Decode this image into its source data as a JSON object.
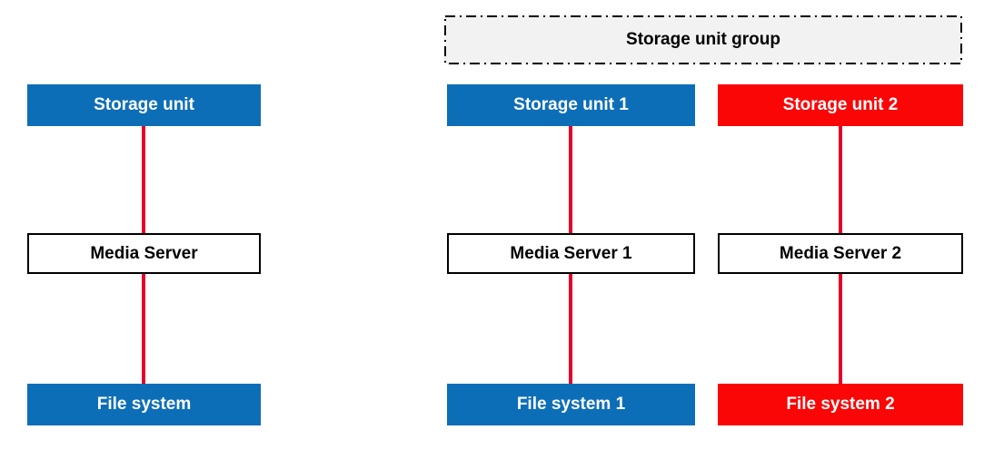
{
  "colors": {
    "node_blue": "#0d6eb8",
    "node_red": "#fa0606",
    "connector_red": "#e4002b",
    "group_fill": "#f2f2f2",
    "outline_black": "#000000"
  },
  "left_diagram": {
    "storage_unit": "Storage unit",
    "media_server": "Media Server",
    "file_system": "File system"
  },
  "right_diagram": {
    "group_label": "Storage unit group",
    "columns": [
      {
        "storage_unit": "Storage unit 1",
        "media_server": "Media Server 1",
        "file_system": "File system 1"
      },
      {
        "storage_unit": "Storage unit 2",
        "media_server": "Media Server 2",
        "file_system": "File system 2"
      }
    ]
  }
}
